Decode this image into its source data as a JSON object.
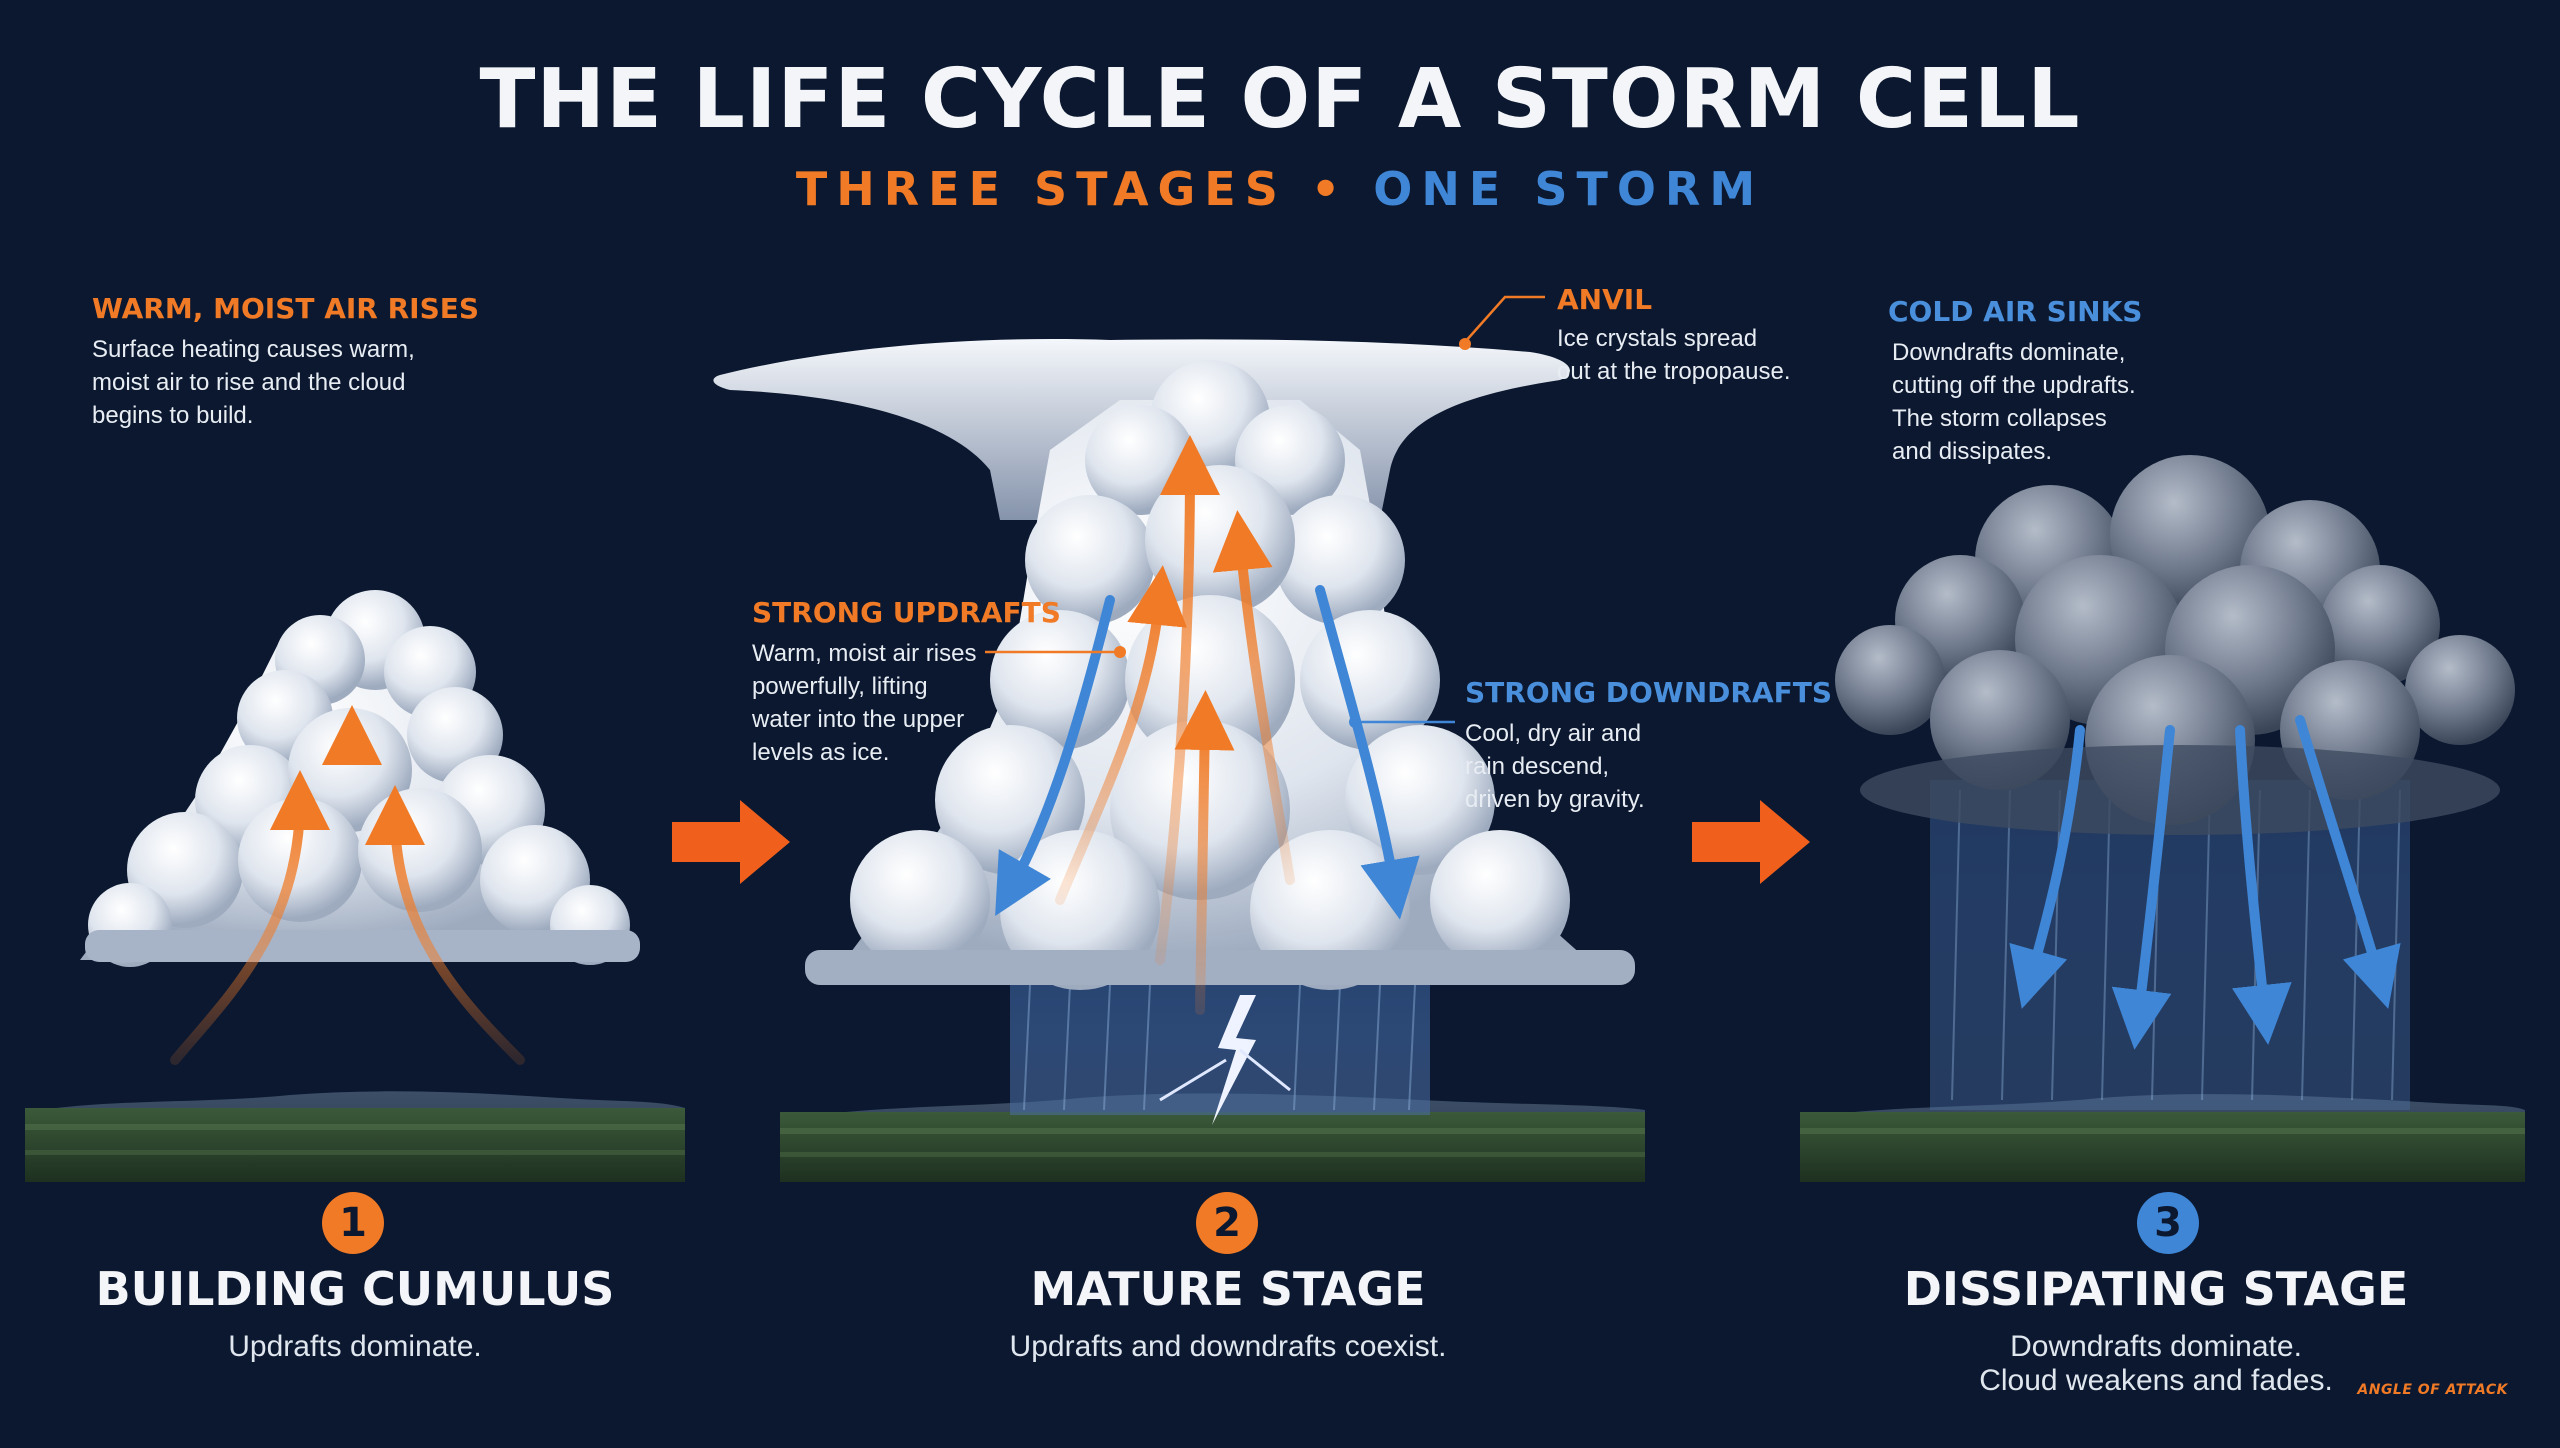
{
  "header": {
    "title": "THE LIFE CYCLE OF A STORM CELL",
    "subtitle_left": "THREE STAGES",
    "subtitle_separator": "•",
    "subtitle_right": "ONE STORM"
  },
  "colors": {
    "background": "#0b1830",
    "orange_accent": "#f07a25",
    "blue_accent": "#3f86d6",
    "text_light": "#f3f5f8"
  },
  "annotations": {
    "warm_air": {
      "heading": "WARM, MOIST AIR RISES",
      "body": "Surface heating causes warm,\nmoist air to rise and the cloud\nbegins to build."
    },
    "anvil": {
      "heading": "ANVIL",
      "body": "Ice crystals spread\nout at the tropopause."
    },
    "strong_updrafts": {
      "heading": "STRONG UPDRAFTS",
      "body": "Warm, moist air rises\npowerfully, lifting\nwater into the upper\nlevels as ice."
    },
    "strong_downdrafts": {
      "heading": "STRONG DOWNDRAFTS",
      "body": "Cool, dry air and\nrain descend,\ndriven by gravity."
    },
    "cold_air": {
      "heading": "COLD AIR SINKS",
      "body": "Downdrafts dominate,\ncutting off the updrafts.\nThe storm collapses\nand dissipates."
    }
  },
  "stages": [
    {
      "number": "1",
      "title": "BUILDING CUMULUS",
      "description": "Updrafts dominate.",
      "badge_color": "#f07a25"
    },
    {
      "number": "2",
      "title": "MATURE STAGE",
      "description": "Updrafts and downdrafts coexist.",
      "badge_color": "#f07a25"
    },
    {
      "number": "3",
      "title": "DISSIPATING STAGE",
      "description": "Downdrafts dominate.\nCloud weakens and fades.",
      "badge_color": "#3f86d6"
    }
  ],
  "footer": {
    "brand": "ANGLE OF ATTACK"
  }
}
